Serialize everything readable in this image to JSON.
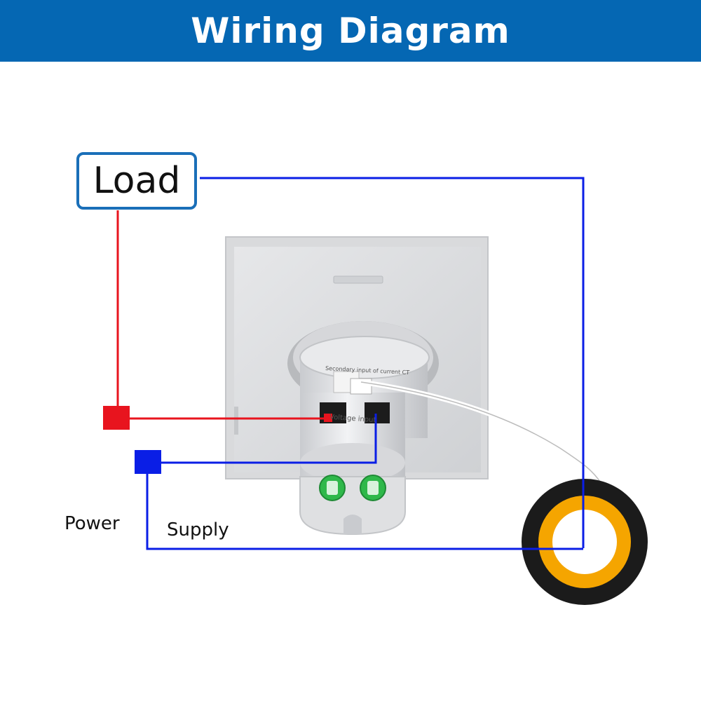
{
  "header": {
    "title": "Wiring Diagram",
    "background": "#0567b3"
  },
  "labels": {
    "load": "Load",
    "power": "Power",
    "supply": "Supply"
  },
  "device": {
    "ct_label": "Secondary input of current CT",
    "voltage_label": "Voltage input"
  },
  "colors": {
    "live_wire": "#e8141e",
    "neutral_wire": "#0a1ee6",
    "load_border": "#1a6fb8",
    "ct_core": "#f5a500",
    "terminal_green": "#2fb84a"
  }
}
